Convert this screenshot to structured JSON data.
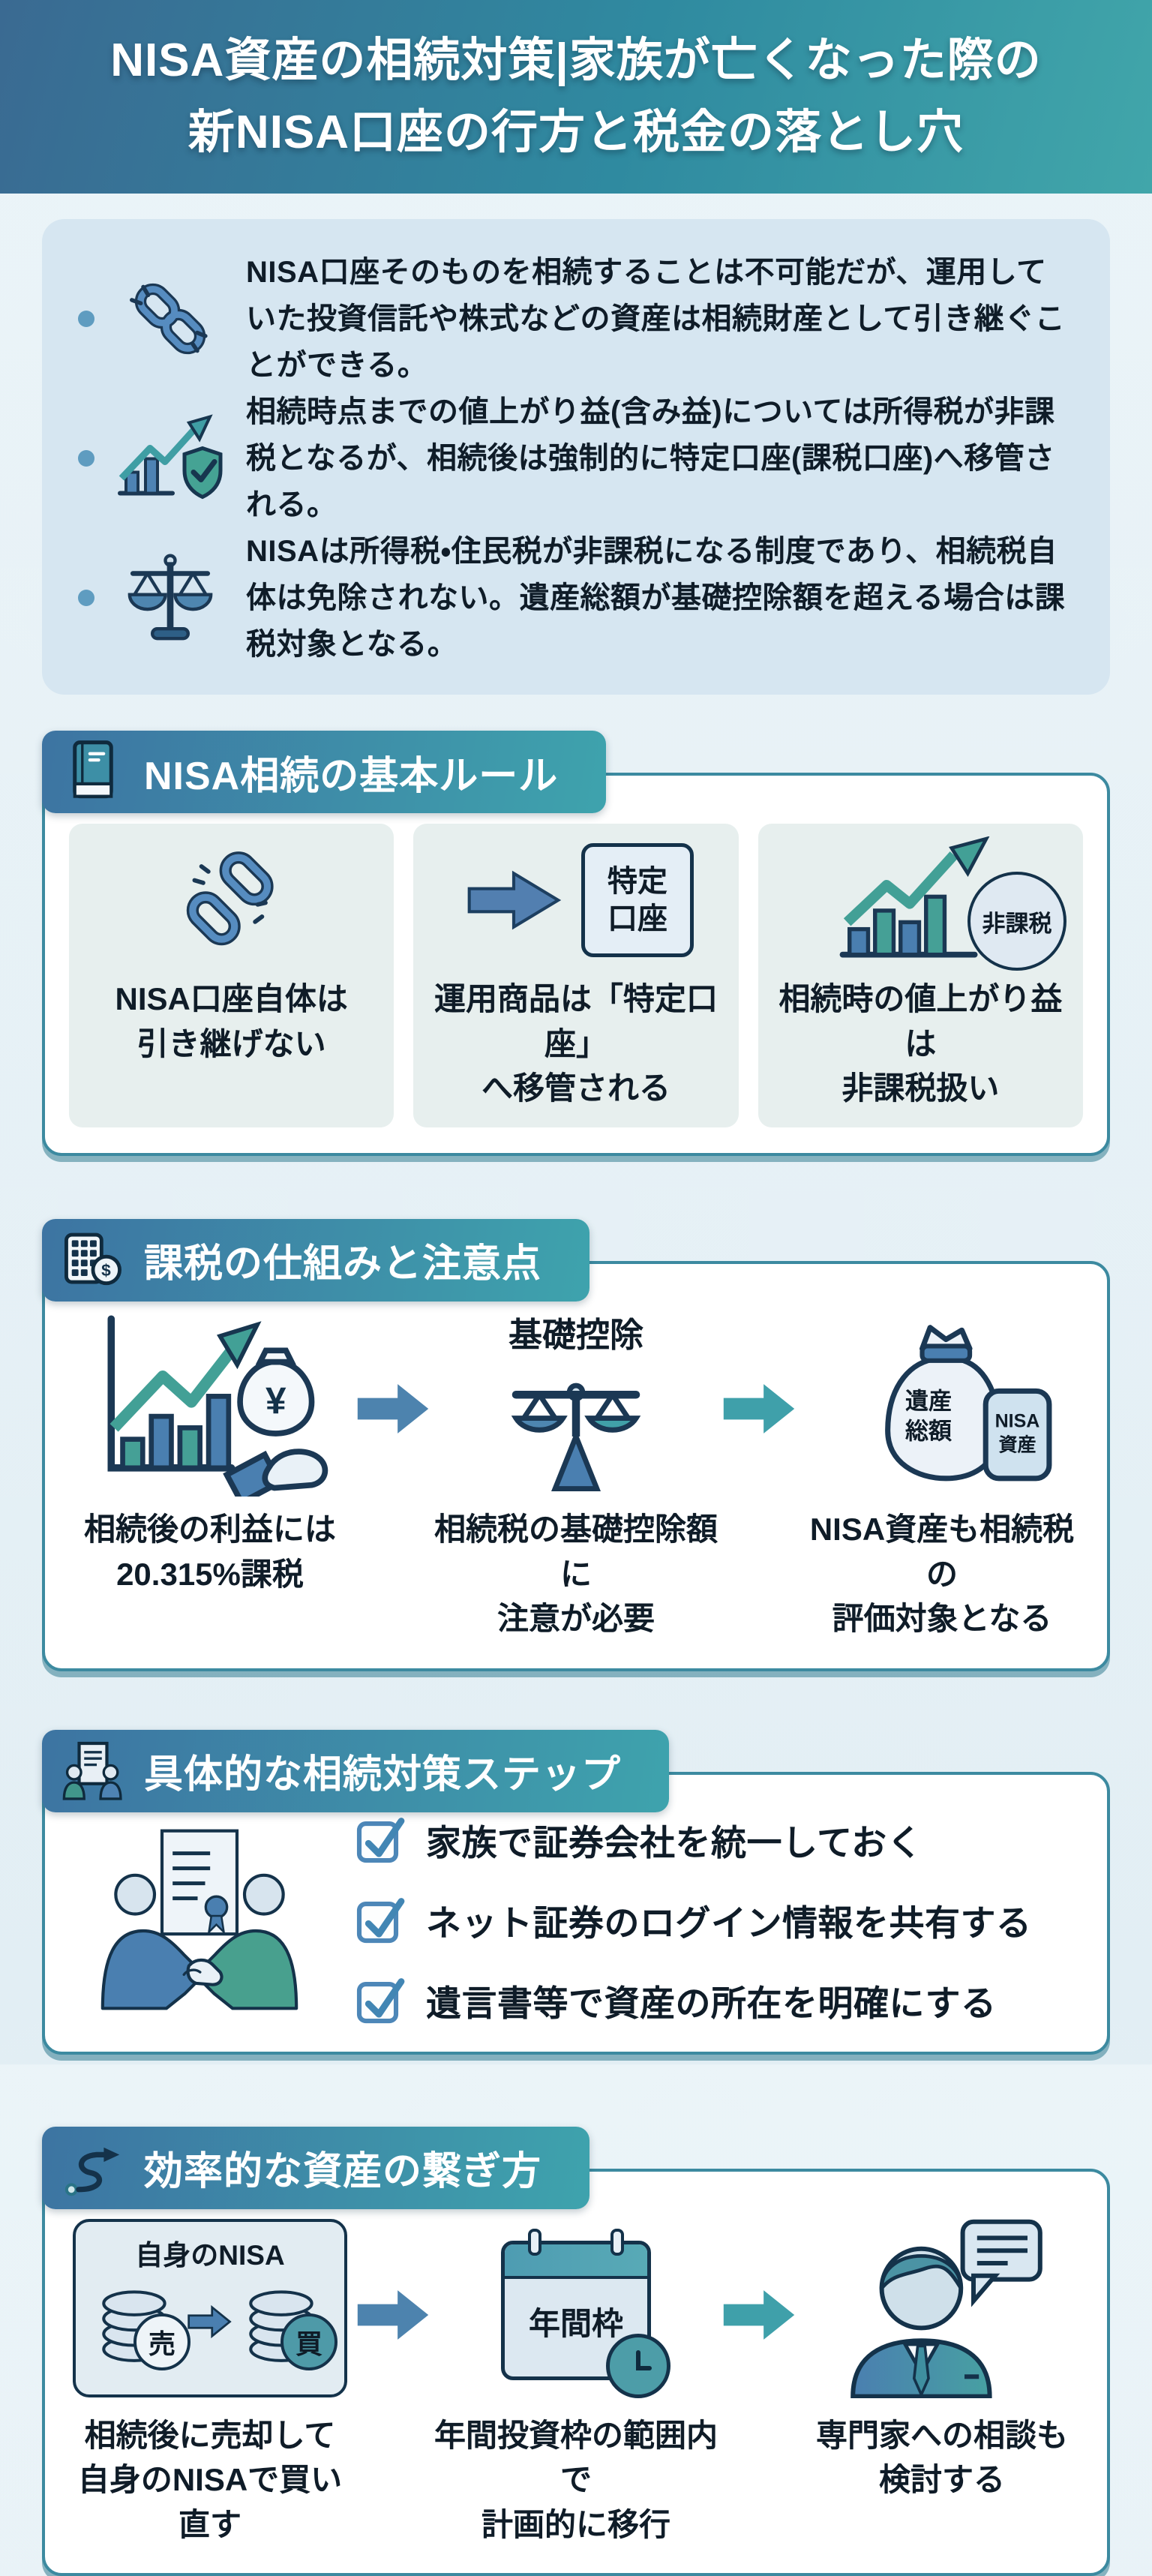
{
  "header": {
    "title_line1": "NISA資産の相続対策|家族が亡くなった際の",
    "title_line2": "新NISA口座の行方と税金の落とし穴"
  },
  "summary": {
    "items": [
      {
        "icon": "chain-link-icon",
        "text": "NISA口座そのものを相続することは不可能だが、運用していた投資信託や株式などの資産は相続財産として引き継ぐことができる。"
      },
      {
        "icon": "growth-shield-icon",
        "text": "相続時点までの値上がり益(含み益)については所得税が非課税となるが、相続後は強制的に特定口座(課税口座)へ移管される。"
      },
      {
        "icon": "balance-scale-icon",
        "text": "NISAは所得税・住民税が非課税になる制度であり、相続税自体は免除されない。遺産総額が基礎控除額を超える場合は課税対象となる。"
      }
    ]
  },
  "sections": [
    {
      "title": "NISA相続の基本ルール",
      "icon": "book-icon",
      "cards": [
        {
          "icon": "broken-chain-icon",
          "caption_line1": "NISA口座自体は",
          "caption_line2": "引き継げない"
        },
        {
          "icon": "transfer-arrow-icon",
          "badge_line1": "特定",
          "badge_line2": "口座",
          "caption_line1": "運用商品は「特定口座」",
          "caption_line2": "へ移管される"
        },
        {
          "icon": "growth-chart-icon",
          "badge": "非課税",
          "caption_line1": "相続時の値上がり益は",
          "caption_line2": "非課税扱い"
        }
      ]
    },
    {
      "title": "課税の仕組みと注意点",
      "icon": "calculator-icon",
      "flow": [
        {
          "icon": "profit-tax-icon",
          "bag_symbol": "¥",
          "caption_line1": "相続後の利益には",
          "caption_line2": "20.315%課税"
        },
        {
          "icon": "tax-scale-icon",
          "label": "基礎控除",
          "caption_line1": "相続税の基礎控除額に",
          "caption_line2": "注意が必要"
        },
        {
          "icon": "estate-bags-icon",
          "bag_line1": "遺産",
          "bag_line2": "総額",
          "tag_line1": "NISA",
          "tag_line2": "資産",
          "caption_line1": "NISA資産も相続税の",
          "caption_line2": "評価対象となる"
        }
      ]
    },
    {
      "title": "具体的な相続対策ステップ",
      "icon": "agreement-icon",
      "illustration": "handshake-document-illustration",
      "checklist": [
        "家族で証券会社を統一しておく",
        "ネット証券のログイン情報を共有する",
        "遺言書等で資産の所在を明確にする"
      ]
    },
    {
      "title": "効率的な資産の繋ぎ方",
      "icon": "s-arrow-icon",
      "flow": [
        {
          "icon": "sell-rebuy-icon",
          "box_label": "自身のNISA",
          "sell_label": "売",
          "buy_label": "買",
          "caption_line1": "相続後に売却して",
          "caption_line2": "自身のNISAで買い直す"
        },
        {
          "icon": "calendar-clock-icon",
          "label": "年間枠",
          "caption_line1": "年間投資枠の範囲内で",
          "caption_line2": "計画的に移行"
        },
        {
          "icon": "consultant-icon",
          "caption_line1": "専門家への相談も",
          "caption_line2": "検討する"
        }
      ]
    }
  ],
  "glyphs": {
    "calculator_dollar": "$"
  },
  "colors": {
    "header_gradient_start": "#3a6a92",
    "header_gradient_end": "#41a6aa",
    "band_gradient_start": "#3d74a2",
    "band_gradient_end": "#3ea3ad",
    "page_bg": "#e7f1f6",
    "summary_bg": "#d6e6f1",
    "panel_border": "#3c8aa0",
    "card_bg": "#e7efee",
    "text_dark": "#0f1c28",
    "accent_blue": "#4d83ae",
    "accent_teal": "#3fa0aa"
  }
}
